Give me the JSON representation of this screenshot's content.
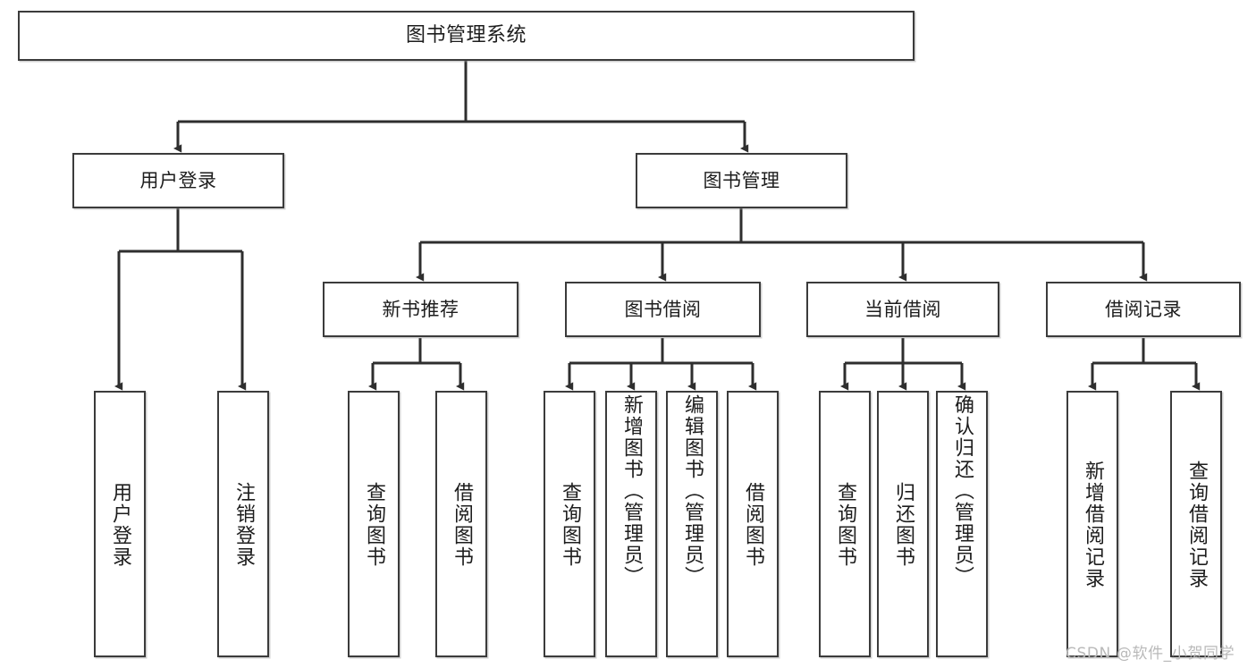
{
  "diagram": {
    "title": "图书管理系统",
    "type": "tree",
    "orientation": "top-down",
    "colors": {
      "box_stroke": "#3b3b3b",
      "box_fill": "#ffffff",
      "edge": "#2e2e2e",
      "text": "#1d1d1d",
      "watermark": "#b9b9b9",
      "background": "#ffffff"
    },
    "root": {
      "label": "图书管理系统"
    },
    "level2": [
      {
        "label": "用户登录"
      },
      {
        "label": "图书管理"
      }
    ],
    "level3": [
      {
        "label": "新书推荐"
      },
      {
        "label": "图书借阅"
      },
      {
        "label": "当前借阅"
      },
      {
        "label": "借阅记录"
      }
    ],
    "leaves": {
      "user_login": [
        {
          "label": "用户登录"
        },
        {
          "label": "注销登录"
        }
      ],
      "new_book_recommend": [
        {
          "label": "查询图书"
        },
        {
          "label": "借阅图书"
        }
      ],
      "book_borrow": [
        {
          "label": "查询图书"
        },
        {
          "label": "新增图书（管理员）"
        },
        {
          "label": "编辑图书（管理员）"
        },
        {
          "label": "借阅图书"
        }
      ],
      "current_borrow": [
        {
          "label": "查询图书"
        },
        {
          "label": "归还图书"
        },
        {
          "label": "确认归还（管理员）"
        }
      ],
      "borrow_record": [
        {
          "label": "新增借阅记录"
        },
        {
          "label": "查询借阅记录"
        }
      ]
    }
  },
  "watermark": {
    "text": "CSDN @软件_小贺同学"
  }
}
